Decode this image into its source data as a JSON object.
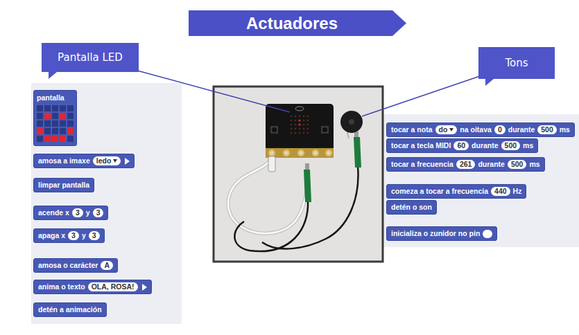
{
  "diagram": {
    "title": "Actuadores",
    "nodes": [
      {
        "text": [
          "Pantalla LED"
        ]
      },
      {
        "text": [
          "Tons"
        ]
      },
      {
        "text": [
          "pantalla"
        ]
      },
      {
        "text": [
          "amosa a imaxe",
          "ledo"
        ]
      },
      {
        "text": [
          "limpar pantalla"
        ]
      },
      {
        "text": [
          "acende x",
          "3",
          "y",
          "3"
        ]
      },
      {
        "text": [
          "apaga x",
          "3",
          "y",
          "3"
        ]
      },
      {
        "text": [
          "amosa o carácter",
          "A"
        ]
      },
      {
        "text": [
          "anima o texto",
          "OLA, ROSA!"
        ]
      },
      {
        "text": [
          "detén a animación"
        ]
      },
      {
        "text": [
          "tocar a nota",
          "do",
          "na oitava",
          "0",
          "durante",
          "500",
          "ms"
        ]
      },
      {
        "text": [
          "tocar a tecla MIDI",
          "60",
          "durante",
          "500",
          "ms"
        ]
      },
      {
        "text": [
          "tocar a frecuencia",
          "261",
          "durante",
          "500",
          "ms"
        ]
      },
      {
        "text": [
          "comeza a tocar a frecuencia",
          "440",
          "Hz"
        ]
      },
      {
        "text": [
          "detén o son"
        ]
      },
      {
        "text": [
          "inicializa o zunidor no pin"
        ]
      }
    ]
  }
}
